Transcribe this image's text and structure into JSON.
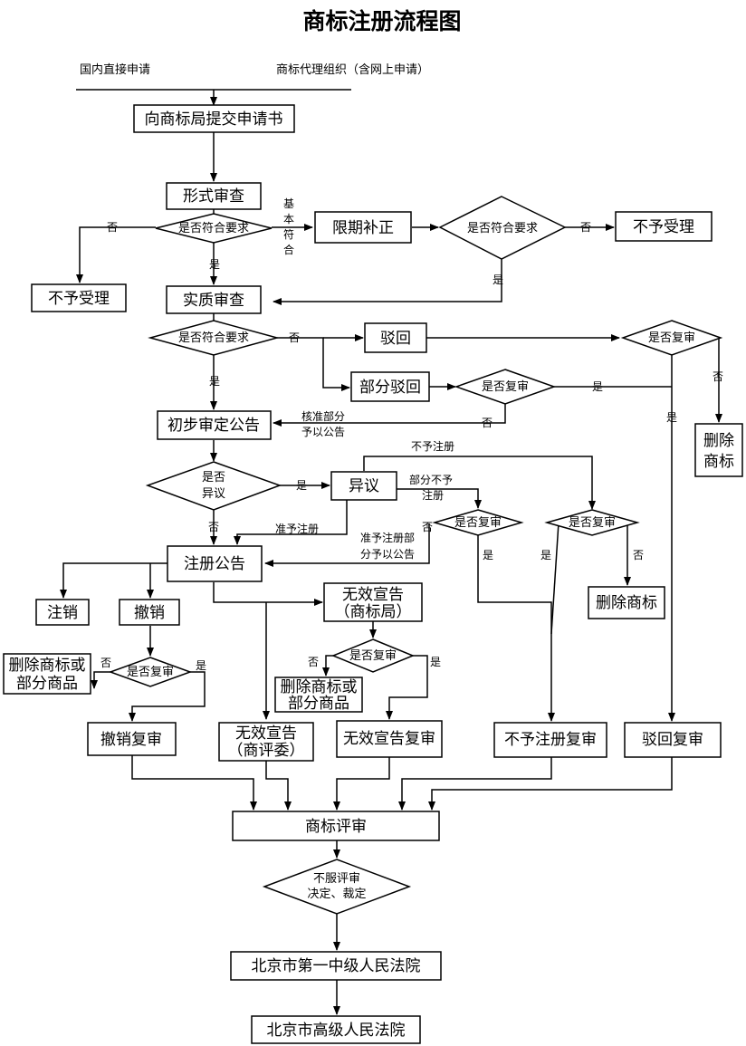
{
  "title": "商标注册流程图",
  "sources": {
    "direct": "国内直接申请",
    "agent": "商标代理组织（含网上申请）"
  },
  "nodes": {
    "submit": "向商标局提交申请书",
    "formal_review": "形式审查",
    "formal_q": "是否符合要求",
    "correct": "限期补正",
    "correct_q": "是否符合要求",
    "reject_left": "不予受理",
    "reject_right": "不予受理",
    "substantive": "实质审查",
    "sub_q": "是否符合要求",
    "rejection": "驳回",
    "partial_rejection": "部分驳回",
    "review_q1": "是否复审",
    "review_q2": "是否复审",
    "delete_mark_1": [
      "删除",
      "商标"
    ],
    "prelim": "初步审定公告",
    "objection_q": [
      "是否",
      "异议"
    ],
    "objection": "异议",
    "review_q3": "是否复审",
    "review_q4": "是否复审",
    "registration": "注册公告",
    "delete_mark_2": "删除商标",
    "cancel_reg": "注销",
    "revoke": "撤销",
    "invalid_office": [
      "无效宣告",
      "（商标局）"
    ],
    "review_q5": "是否复审",
    "review_q6": "是否复审",
    "delete_partial_1": [
      "删除商标或",
      "部分商品"
    ],
    "delete_partial_2": [
      "删除商标或",
      "部分商品"
    ],
    "revoke_review": "撤销复审",
    "invalid_board": [
      "无效宣告",
      "（商评委）"
    ],
    "invalid_review": "无效宣告复审",
    "nonreg_review": "不予注册复审",
    "rejection_review": "驳回复审",
    "tmrab": "商标评审",
    "appeal_q": [
      "不服评审",
      "决定、裁定"
    ],
    "court_1": "北京市第一中级人民法院",
    "court_2": "北京市高级人民法院"
  },
  "labels": {
    "no": "否",
    "yes": "是",
    "basic_comply": [
      "基",
      "本",
      "符",
      "合"
    ],
    "approve_partial": [
      "核准部分",
      "予以公告"
    ],
    "not_registered": "不予注册",
    "partial_not": [
      "部分不予",
      "注册"
    ],
    "approve_reg": "准予注册",
    "approve_reg_partial": [
      "准予注册部",
      "分予以公告"
    ]
  }
}
